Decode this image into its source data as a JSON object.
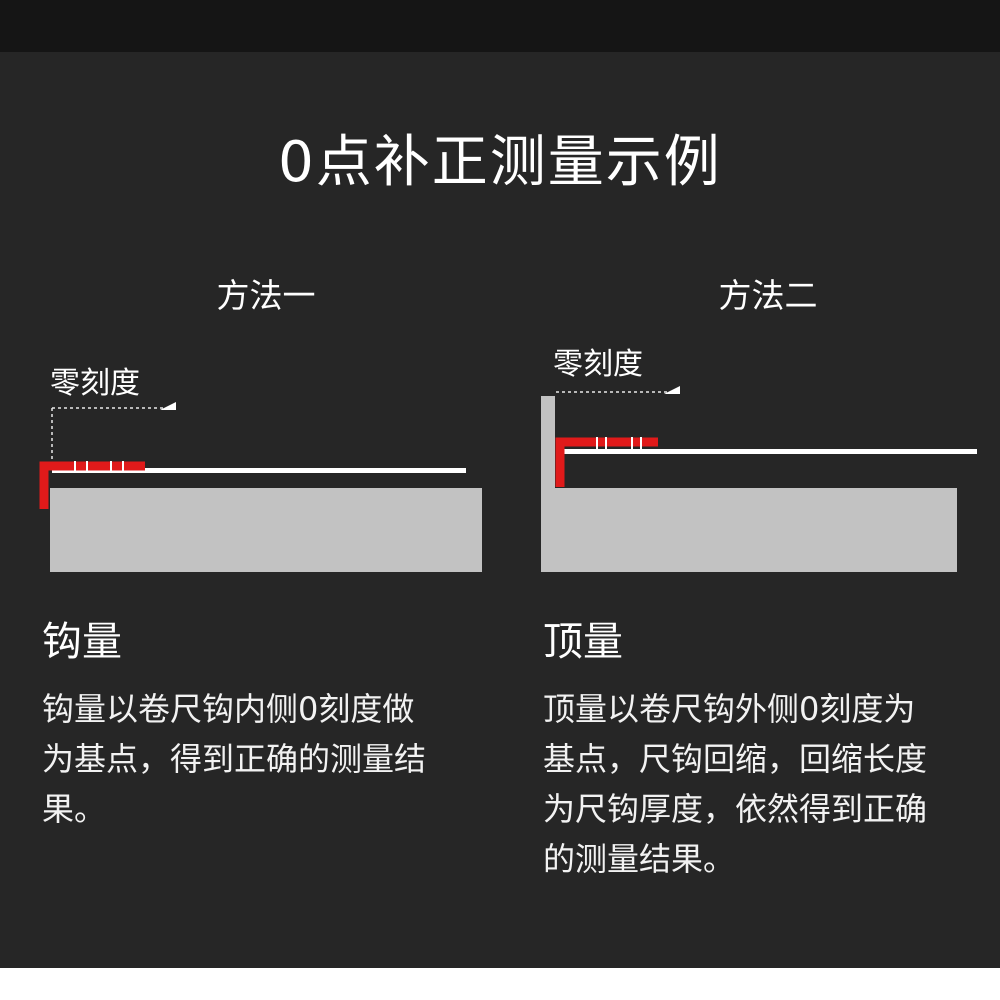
{
  "title": "0点补正测量示例",
  "methods": [
    {
      "label": "方法一",
      "zero_label": "零刻度",
      "heading": "钩量",
      "desc_lines": [
        "钩量以卷尺钩内侧0刻度做",
        "为基点，得到正确的测量结",
        "果。"
      ]
    },
    {
      "label": "方法二",
      "zero_label": "零刻度",
      "heading": "顶量",
      "desc_lines": [
        "顶量以卷尺钩外侧0刻度为",
        "基点，尺钩回缩，回缩长度",
        "为尺钩厚度，依然得到正确",
        "的测量结果。"
      ]
    }
  ],
  "colors": {
    "background": "#262626",
    "topbar": "#151515",
    "block": "#c2c2c2",
    "hook": "#e01a1a",
    "tape": "#ffffff"
  }
}
